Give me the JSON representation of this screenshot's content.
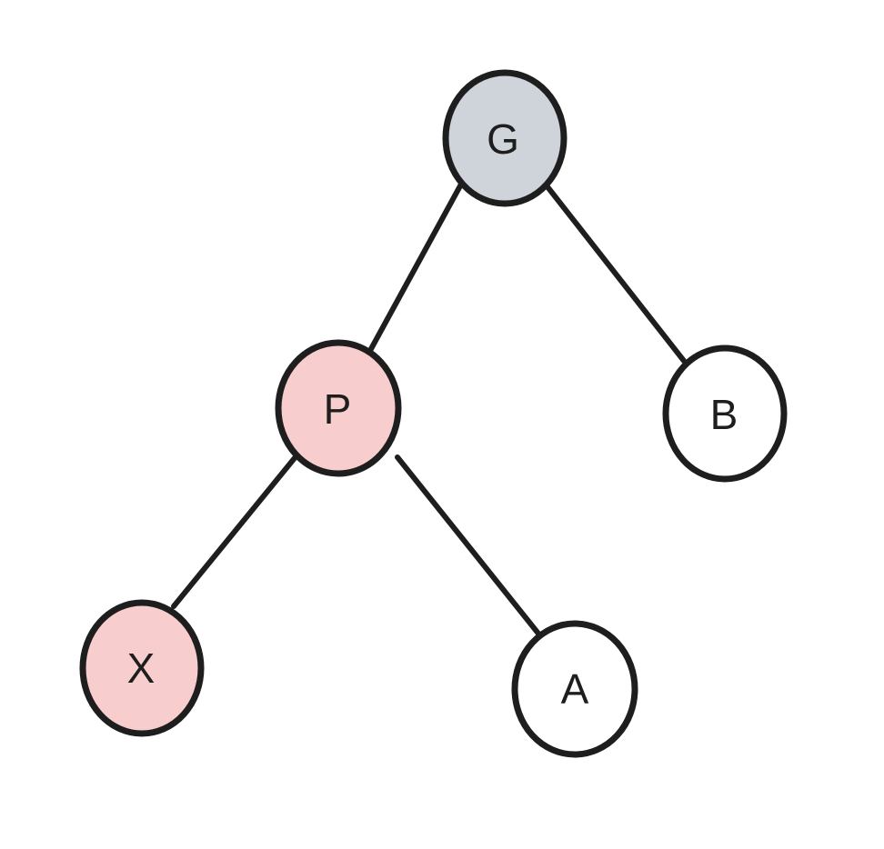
{
  "colors": {
    "stroke": "#1e1e1e",
    "grandparent_fill": "#ced4da",
    "highlight_fill": "#f8cdcd",
    "plain_fill": "#ffffff"
  },
  "nodes": {
    "g": {
      "label": "G",
      "fill": "#ced4da"
    },
    "p": {
      "label": "P",
      "fill": "#f8cdcd"
    },
    "b": {
      "label": "B",
      "fill": "#ffffff"
    },
    "x": {
      "label": "X",
      "fill": "#f8cdcd"
    },
    "a": {
      "label": "A",
      "fill": "#ffffff"
    }
  },
  "edges": [
    {
      "from": "G",
      "to": "P"
    },
    {
      "from": "G",
      "to": "B"
    },
    {
      "from": "P",
      "to": "X"
    },
    {
      "from": "P",
      "to": "A"
    }
  ]
}
